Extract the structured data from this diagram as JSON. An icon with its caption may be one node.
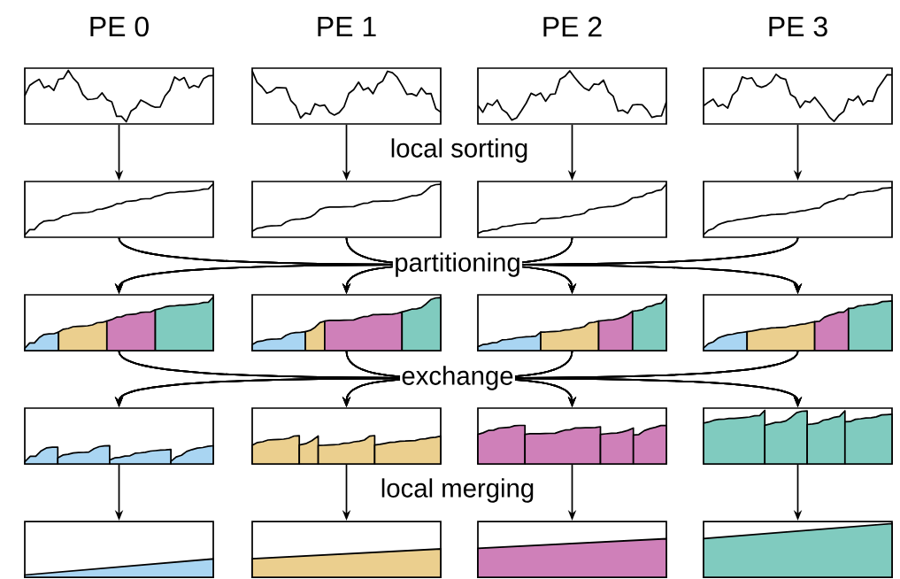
{
  "diagram": {
    "nodes": [
      {
        "text": [],
        "shape": "box"
      },
      {
        "text": [],
        "shape": "box"
      },
      {
        "text": [],
        "shape": "box"
      },
      {
        "text": [],
        "shape": "box"
      },
      {
        "text": [],
        "shape": "box"
      },
      {
        "text": [],
        "shape": "box"
      },
      {
        "text": [],
        "shape": "box"
      },
      {
        "text": [],
        "shape": "box"
      },
      {
        "text": [],
        "shape": "box"
      },
      {
        "text": [],
        "shape": "box"
      },
      {
        "text": [],
        "shape": "box"
      },
      {
        "text": [],
        "shape": "box"
      },
      {
        "text": [],
        "shape": "box"
      },
      {
        "text": [],
        "shape": "box"
      },
      {
        "text": [],
        "shape": "box"
      },
      {
        "text": [],
        "shape": "box"
      },
      {
        "text": [],
        "shape": "box"
      },
      {
        "text": [],
        "shape": "box"
      },
      {
        "text": [],
        "shape": "box"
      },
      {
        "text": [],
        "shape": "box"
      }
    ],
    "edges": [
      {
        "from": 0,
        "to": 4,
        "arrow": "to"
      },
      {
        "from": 1,
        "to": 5,
        "arrow": "to"
      },
      {
        "from": 2,
        "to": 6,
        "arrow": "to"
      },
      {
        "from": 3,
        "to": 7,
        "arrow": "to"
      },
      {
        "from": 4,
        "to": 8,
        "arrow": "to"
      },
      {
        "from": 4,
        "to": 9,
        "arrow": "to"
      },
      {
        "from": 4,
        "to": 10,
        "arrow": "to"
      },
      {
        "from": 4,
        "to": 11,
        "arrow": "to"
      },
      {
        "from": 5,
        "to": 8,
        "arrow": "to"
      },
      {
        "from": 5,
        "to": 9,
        "arrow": "to"
      },
      {
        "from": 5,
        "to": 10,
        "arrow": "to"
      },
      {
        "from": 5,
        "to": 11,
        "arrow": "to"
      },
      {
        "from": 6,
        "to": 8,
        "arrow": "to"
      },
      {
        "from": 6,
        "to": 9,
        "arrow": "to"
      },
      {
        "from": 6,
        "to": 10,
        "arrow": "to"
      },
      {
        "from": 6,
        "to": 11,
        "arrow": "to"
      },
      {
        "from": 7,
        "to": 8,
        "arrow": "to"
      },
      {
        "from": 7,
        "to": 9,
        "arrow": "to"
      },
      {
        "from": 7,
        "to": 10,
        "arrow": "to"
      },
      {
        "from": 7,
        "to": 11,
        "arrow": "to"
      },
      {
        "from": 8,
        "to": 12,
        "arrow": "to"
      },
      {
        "from": 8,
        "to": 13,
        "arrow": "to"
      },
      {
        "from": 8,
        "to": 14,
        "arrow": "to"
      },
      {
        "from": 8,
        "to": 15,
        "arrow": "to"
      },
      {
        "from": 9,
        "to": 12,
        "arrow": "to"
      },
      {
        "from": 9,
        "to": 13,
        "arrow": "to"
      },
      {
        "from": 9,
        "to": 14,
        "arrow": "to"
      },
      {
        "from": 9,
        "to": 15,
        "arrow": "to"
      },
      {
        "from": 10,
        "to": 12,
        "arrow": "to"
      },
      {
        "from": 10,
        "to": 13,
        "arrow": "to"
      },
      {
        "from": 10,
        "to": 14,
        "arrow": "to"
      },
      {
        "from": 10,
        "to": 15,
        "arrow": "to"
      },
      {
        "from": 11,
        "to": 12,
        "arrow": "to"
      },
      {
        "from": 11,
        "to": 13,
        "arrow": "to"
      },
      {
        "from": 11,
        "to": 14,
        "arrow": "to"
      },
      {
        "from": 11,
        "to": 15,
        "arrow": "to"
      },
      {
        "from": 12,
        "to": 16,
        "arrow": "to"
      },
      {
        "from": 13,
        "to": 17,
        "arrow": "to"
      },
      {
        "from": 14,
        "to": 18,
        "arrow": "to"
      },
      {
        "from": 15,
        "to": 19,
        "arrow": "to"
      }
    ],
    "labels": [
      "PE 0",
      "PE 1",
      "PE 2",
      "PE 3",
      "local sorting",
      "partitioning",
      "exchange",
      "local merging"
    ]
  }
}
